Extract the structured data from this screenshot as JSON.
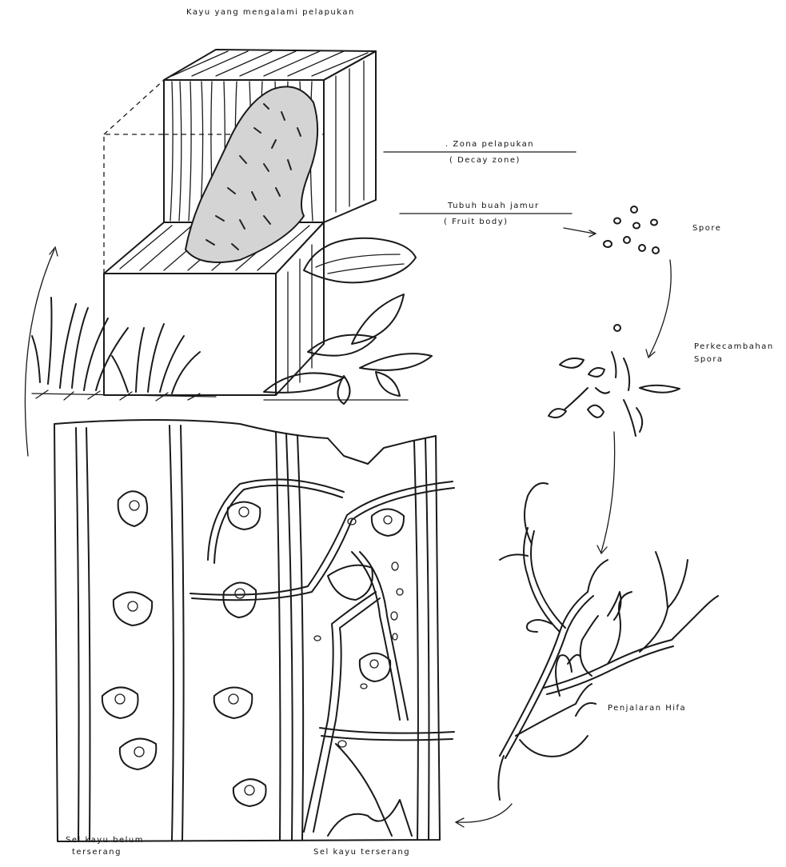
{
  "labels": {
    "title": "Kayu yang mengalami pelapukan",
    "decay_zone_id": ". Zona pelapukan",
    "decay_zone_en": "( Decay zone)",
    "fruit_body_id": "Tubuh buah jamur",
    "fruit_body_en": "( Fruit body)",
    "spore": "Spore",
    "spore_germination_1": "Perkecambahan",
    "spore_germination_2": "Spora",
    "hypha_spread": "Penjalaran Hifa",
    "uninfected_cells_1": "Sel kayu belum",
    "uninfected_cells_2": "terserang",
    "infected_cells": "Sel kayu terserang"
  }
}
